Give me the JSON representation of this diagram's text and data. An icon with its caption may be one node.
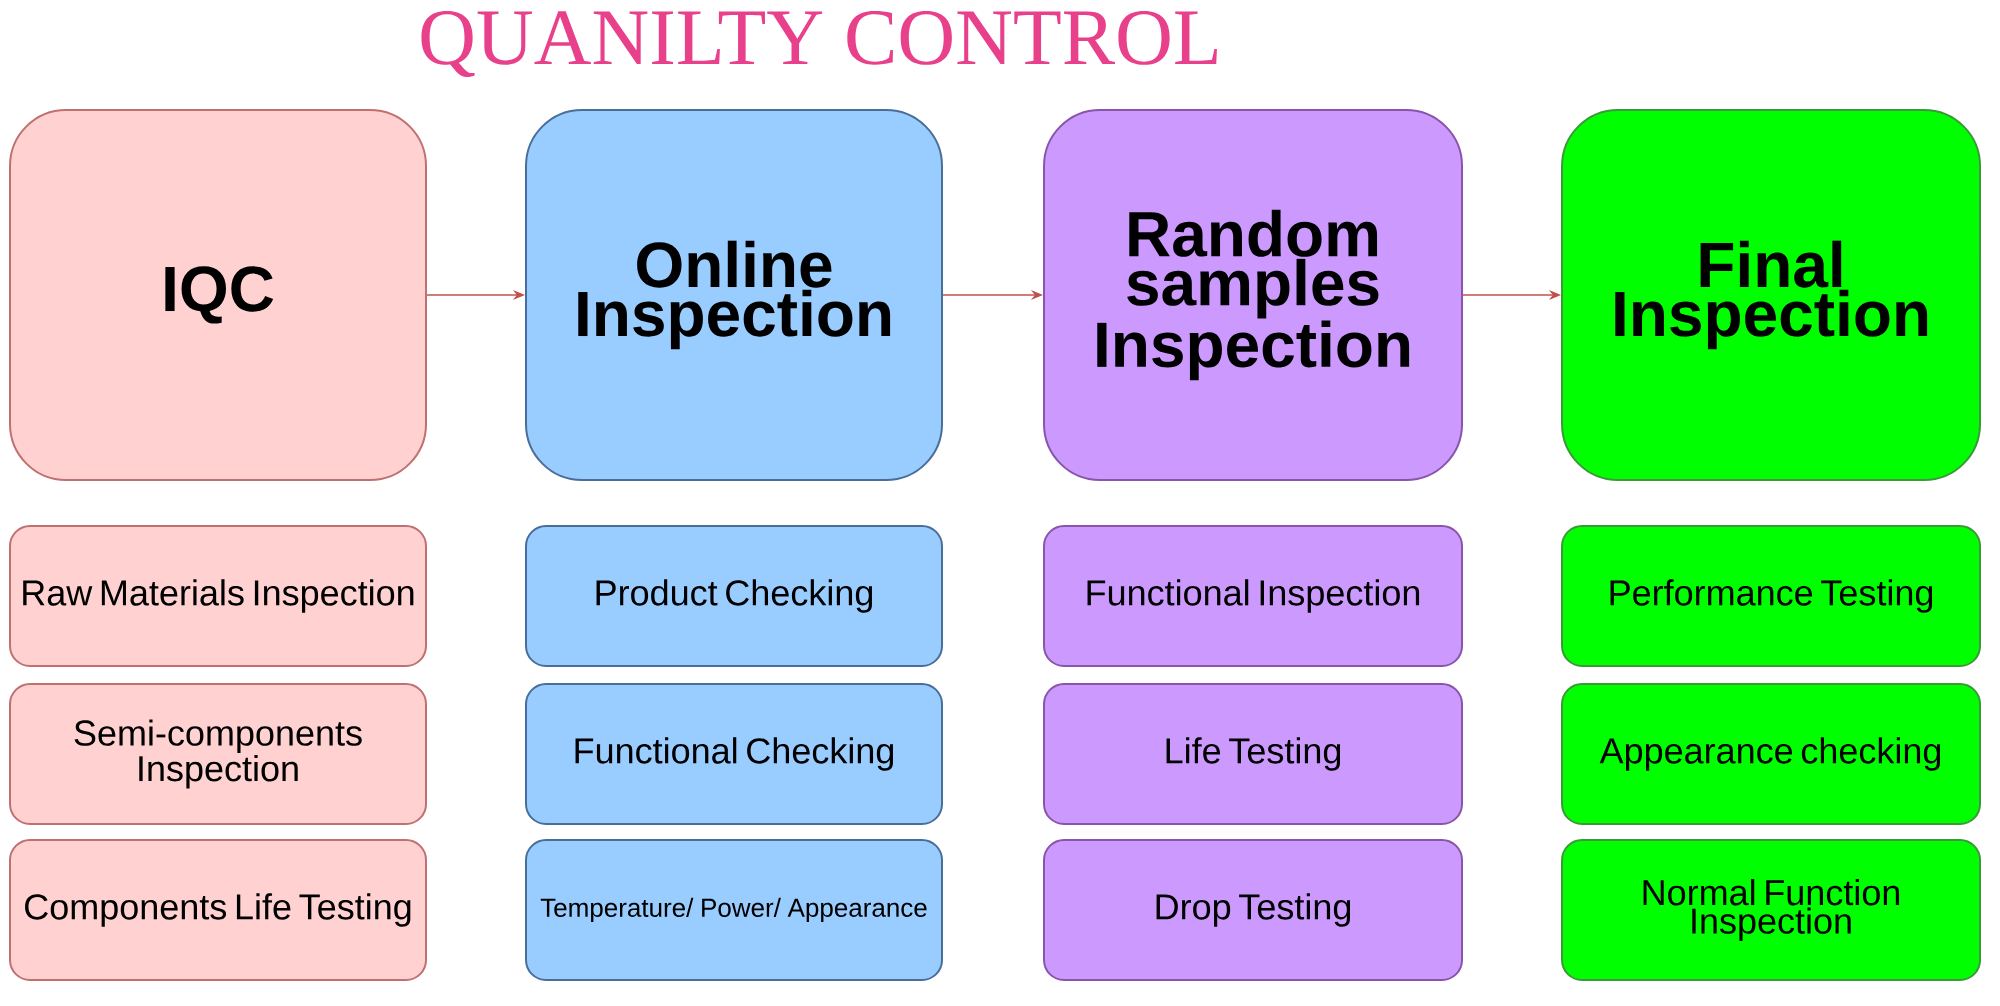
{
  "diagram": {
    "title": "QUANILTY   CONTROL",
    "nodes": [
      {
        "text": [
          "IQC"
        ]
      },
      {
        "text": [
          "Online Inspection"
        ]
      },
      {
        "text": [
          "Random samples Inspection"
        ]
      },
      {
        "text": [
          "Final Inspection"
        ]
      },
      {
        "text": [
          "Raw Materials Inspection"
        ]
      },
      {
        "text": [
          "Product Checking"
        ]
      },
      {
        "text": [
          "Functional Inspection"
        ]
      },
      {
        "text": [
          "Performance Testing"
        ]
      },
      {
        "text": [
          "Semi-components Inspection"
        ]
      },
      {
        "text": [
          "Functional Checking"
        ]
      },
      {
        "text": [
          "Life Testing"
        ]
      },
      {
        "text": [
          "Appearance checking"
        ]
      },
      {
        "text": [
          "Components Life Testing"
        ]
      },
      {
        "text": [
          "Temperature/ Power/ Appearance"
        ]
      },
      {
        "text": [
          "Drop Testing"
        ]
      },
      {
        "text": [
          "Normal Function Inspection"
        ]
      }
    ],
    "edges": [
      {
        "from": 0,
        "to": 1,
        "arrow": "to"
      },
      {
        "from": 1,
        "to": 2,
        "arrow": "to"
      },
      {
        "from": 2,
        "to": 3,
        "arrow": "to"
      }
    ]
  }
}
